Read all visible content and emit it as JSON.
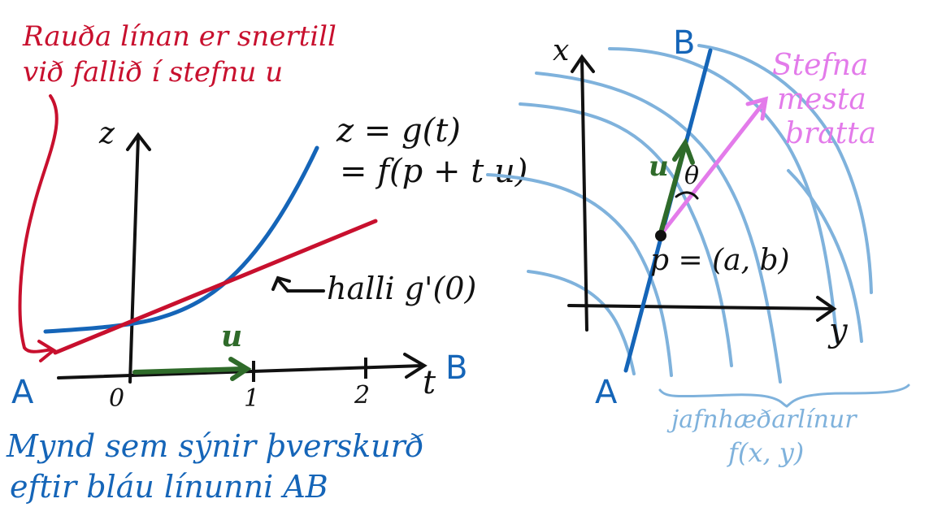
{
  "colors": {
    "ink": "#111111",
    "red": "#c8102e",
    "blue": "#1565b8",
    "light_blue": "#7fb2dc",
    "green": "#2f6b2a",
    "violet": "#e37bea"
  },
  "left_panel": {
    "red_note_line1": "Rauða línan er snertill",
    "red_note_line2": "við fallið í stefnu u",
    "z_axis_label": "z",
    "t_axis_label": "t",
    "curve_eq_line1": "z = g(t)",
    "curve_eq_line2": "= f(p + t u)",
    "slope_label": "halli g'(0)",
    "vector_label": "u",
    "tick_0": "0",
    "tick_1": "1",
    "tick_2": "2",
    "point_A": "A",
    "point_B": "B",
    "caption_line1": "Mynd sem sýnir þverskurð",
    "caption_line2": "eftir bláu línunni AB"
  },
  "right_panel": {
    "x_axis_label": "x",
    "y_axis_label": "y",
    "point_A": "A",
    "point_B": "B",
    "vector_label": "u",
    "angle_label": "θ",
    "point_label": "p = (a, b)",
    "steepest_line1": "Stefna",
    "steepest_line2": "mesta",
    "steepest_line3": "bratta",
    "level_label_line1": "jafnhæðarlínur",
    "level_label_line2": "f(x, y)"
  }
}
